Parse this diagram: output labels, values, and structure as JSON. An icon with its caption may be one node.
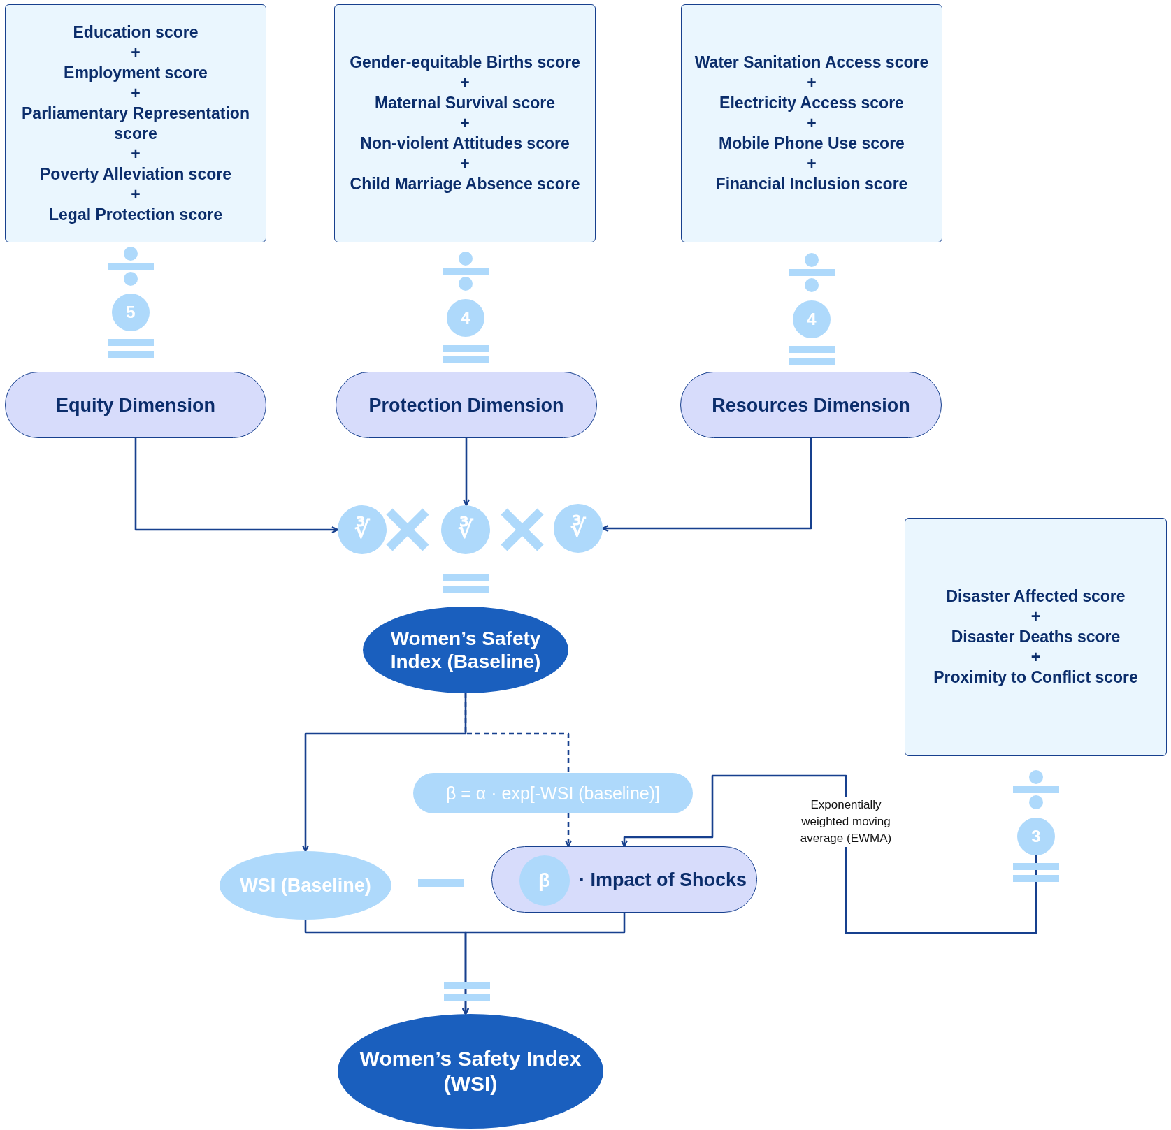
{
  "diagram": {
    "nodes": [
      {
        "text": [
          "Education score",
          "+",
          "Employment score",
          "+",
          "Parliamentary Representation score",
          "+",
          "Poverty Alleviation score",
          "+",
          "Legal Protection score"
        ]
      },
      {
        "text": [
          "Gender-equitable Births score",
          "+",
          "Maternal Survival score",
          "+",
          "Non-violent Attitudes score",
          "+",
          "Child Marriage Absence score"
        ]
      },
      {
        "text": [
          "Water Sanitation Access score",
          "+",
          "Electricity Access score",
          "+",
          "Mobile Phone Use score",
          "+",
          "Financial Inclusion score"
        ]
      },
      {
        "text": [
          "Equity Dimension"
        ]
      },
      {
        "text": [
          "Protection Dimension"
        ]
      },
      {
        "text": [
          "Resources Dimension"
        ]
      },
      {
        "text": [
          "5"
        ]
      },
      {
        "text": [
          "4"
        ]
      },
      {
        "text": [
          "4"
        ]
      },
      {
        "text": [
          "∛"
        ]
      },
      {
        "text": [
          "∛"
        ]
      },
      {
        "text": [
          "∛"
        ]
      },
      {
        "text": [
          "Women’s Safety Index (Baseline)"
        ]
      },
      {
        "text": [
          "β = α · exp[-WSI (baseline)]"
        ]
      },
      {
        "text": [
          "WSI (Baseline)"
        ]
      },
      {
        "text": [
          "· Impact of Shocks"
        ]
      },
      {
        "text": [
          "β"
        ],
        "in": 15
      },
      {
        "text": [
          "Disaster Affected score",
          "+",
          "Disaster Deaths score",
          "+",
          "Proximity to Conflict score"
        ]
      },
      {
        "text": [
          "3"
        ]
      },
      {
        "text": [
          "Women’s Safety Index (WSI)"
        ]
      }
    ],
    "edges": [
      {
        "from": 3,
        "to": 9,
        "arrow": "to"
      },
      {
        "from": 4,
        "to": 10,
        "arrow": "to"
      },
      {
        "from": 5,
        "to": 11,
        "arrow": "to"
      },
      {
        "from": 12,
        "to": 14,
        "arrow": "to"
      },
      {
        "from": 12,
        "to": 13,
        "arrow": "none",
        "style": "dashed"
      },
      {
        "from": 13,
        "to": 15,
        "arrow": "to",
        "style": "dashed"
      },
      {
        "from": 18,
        "to": 15,
        "arrow": "to",
        "label": "Exponentially weighted moving average (EWMA)"
      },
      {
        "from": 14,
        "to": 19,
        "arrow": "to"
      },
      {
        "from": 15,
        "to": 19,
        "arrow": "to"
      }
    ]
  }
}
